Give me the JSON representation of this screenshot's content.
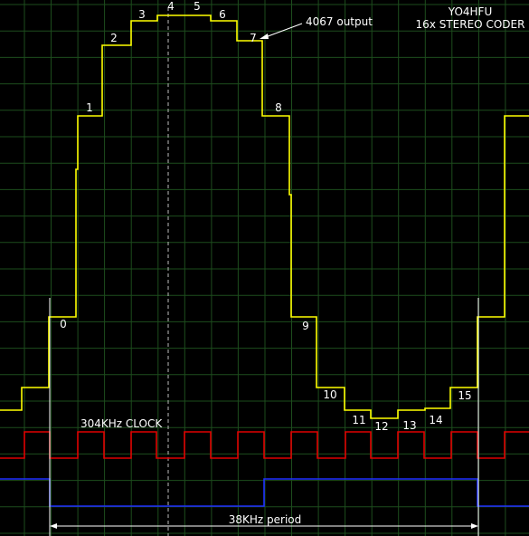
{
  "title": {
    "line1": "YO4HFU",
    "line2": "16x STEREO CODER"
  },
  "annotations": {
    "output": "4067 output",
    "clock": "304KHz CLOCK",
    "period": "38KHz period"
  },
  "colors": {
    "background": "#000000",
    "grid": "#1d4d1d",
    "output_trace": "#ffff00",
    "clock_trace": "#e00000",
    "period_trace": "#1f2fff",
    "text": "#ffffff"
  },
  "step_labels": [
    "0",
    "1",
    "2",
    "3",
    "4",
    "5",
    "6",
    "7",
    "8",
    "9",
    "10",
    "11",
    "12",
    "13",
    "14",
    "15"
  ]
}
